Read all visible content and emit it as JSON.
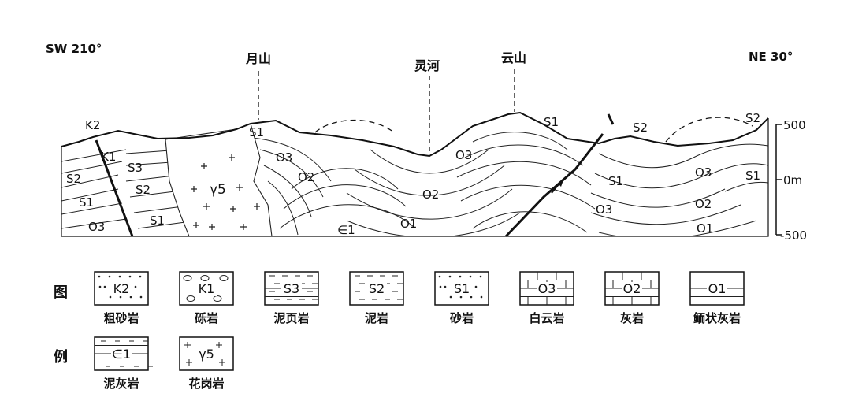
{
  "directions": {
    "left": "SW 210°",
    "right": "NE 30°"
  },
  "places": {
    "yueshan": "月山",
    "linghe": "灵河",
    "yunshan": "云山"
  },
  "scale": {
    "top": "500",
    "middle": "0m",
    "bottom": "-500"
  },
  "units": {
    "k2": "K2",
    "k1": "K1",
    "s3": "S3",
    "s2": "S2",
    "s1": "S1",
    "o3": "O3",
    "o2": "O2",
    "o1": "O1",
    "e1": "∈1",
    "gamma5": "γ5"
  },
  "legend": {
    "title_top": "图",
    "title_bottom": "例",
    "items": [
      {
        "code": "K2",
        "label": "粗砂岩"
      },
      {
        "code": "K1",
        "label": "砾岩"
      },
      {
        "code": "S3",
        "label": "泥页岩"
      },
      {
        "code": "S2",
        "label": "泥岩"
      },
      {
        "code": "S1",
        "label": "砂岩"
      },
      {
        "code": "O3",
        "label": "白云岩"
      },
      {
        "code": "O2",
        "label": "灰岩"
      },
      {
        "code": "O1",
        "label": "鲕状灰岩"
      },
      {
        "code": "∈1",
        "label": "泥灰岩"
      },
      {
        "code": "γ5",
        "label": "花岗岩"
      }
    ]
  }
}
